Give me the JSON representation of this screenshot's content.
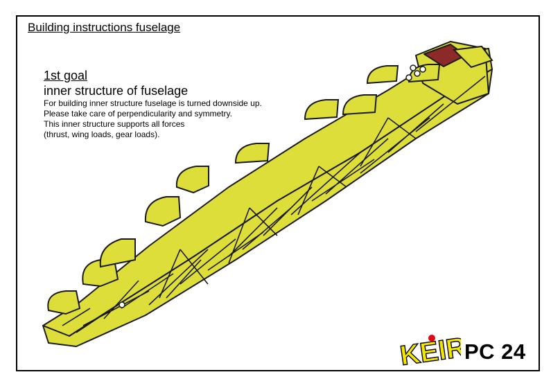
{
  "document": {
    "title": "Building instructions fuselage",
    "model_id": "PC 24"
  },
  "goal": {
    "heading": "1st goal",
    "subheading": "inner structure of fuselage",
    "lines": [
      "For building inner structure fuselage is turned downside up.",
      "Please take care of perpendicularity and symmetry.",
      "This inner structure supports all forces",
      "(thrust, wing loads, gear loads)."
    ]
  },
  "logo": {
    "text": "KEIRO",
    "letter_color": "#f2e600",
    "dot_color": "#e30613"
  },
  "illustration": {
    "icon": "fuselage-structure-drawing",
    "part_color": "#dede3a",
    "highlight_color": "#8c2a2a"
  }
}
